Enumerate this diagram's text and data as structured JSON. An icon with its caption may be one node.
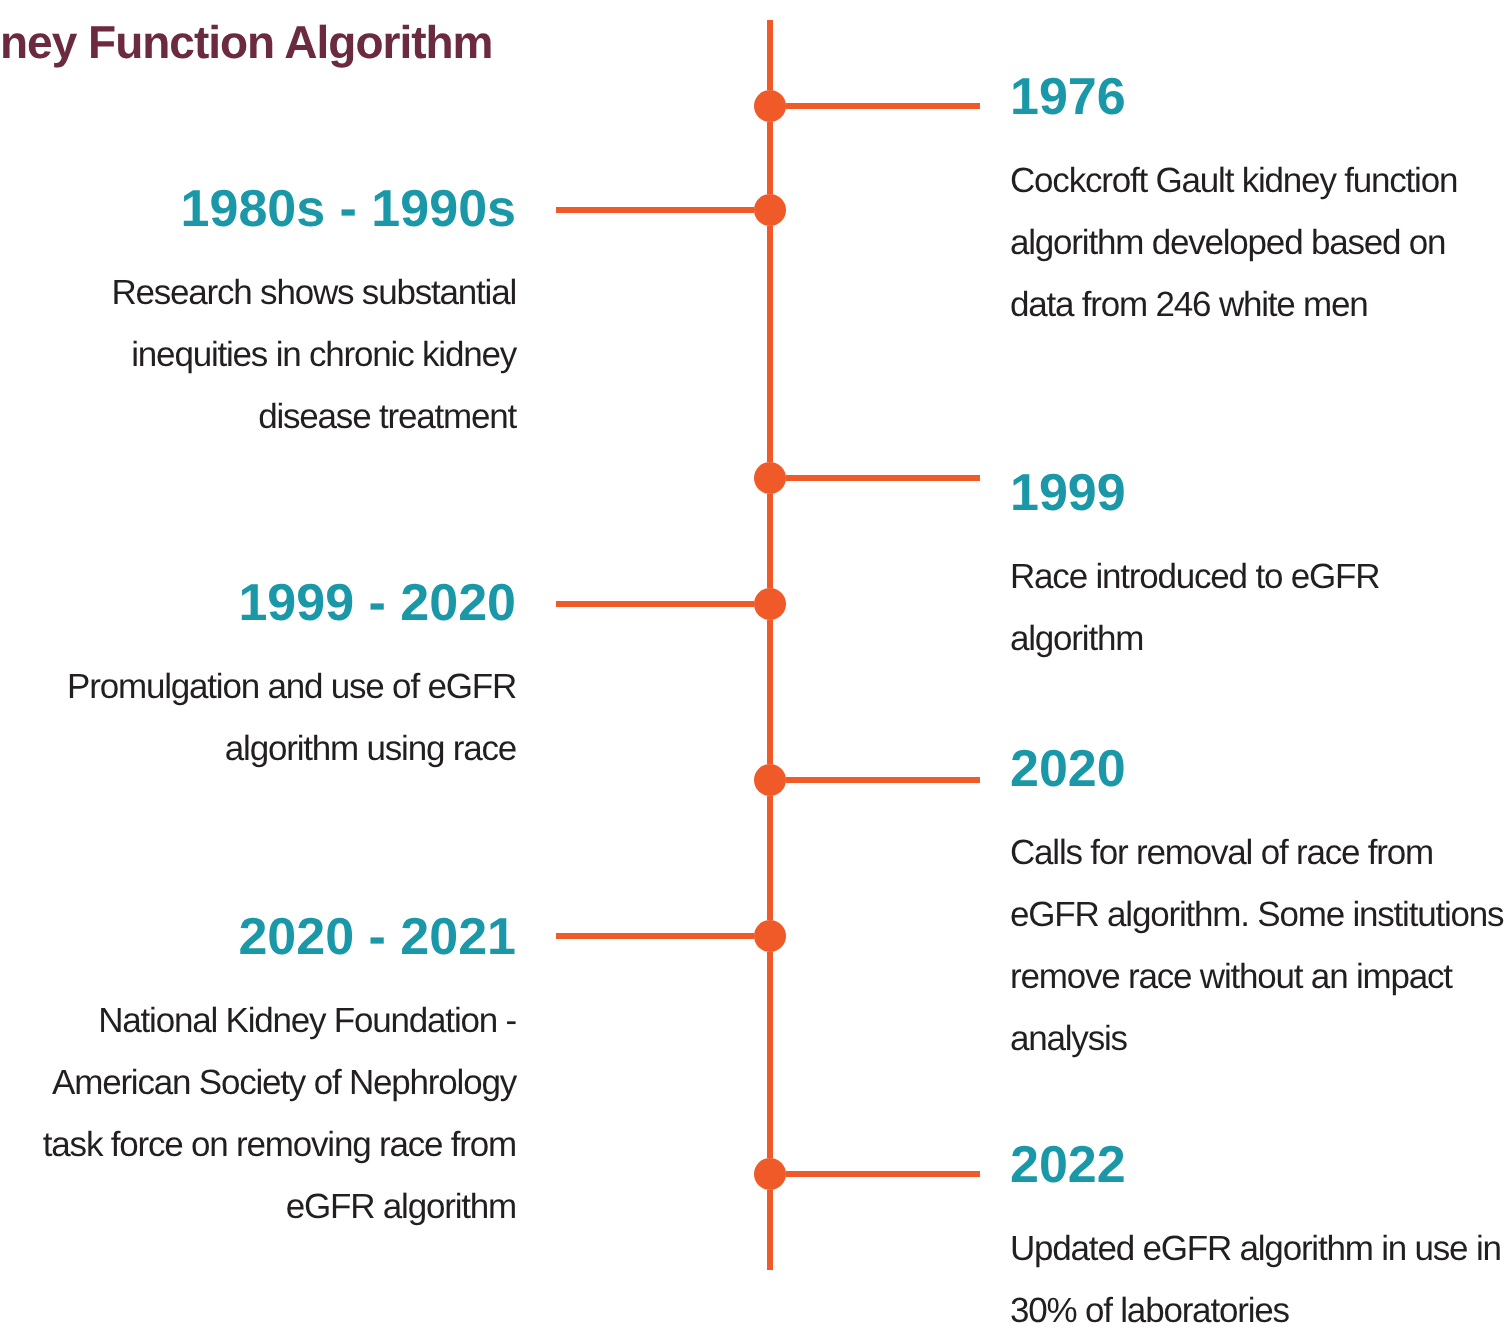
{
  "diagram": {
    "title": "ney Function Algorithm",
    "nodes": [
      {
        "text": [
          "1976",
          "Cockcroft Gault kidney function algorithm developed based on data from 246 white men"
        ]
      },
      {
        "text": [
          "1980s - 1990s",
          "Research shows substantial inequities in chronic kidney disease treatment"
        ]
      },
      {
        "text": [
          "1999",
          "Race introduced to eGFR algorithm"
        ]
      },
      {
        "text": [
          "1999 - 2020",
          "Promulgation and use of eGFR algorithm using race"
        ]
      },
      {
        "text": [
          "2020",
          "Calls for removal of race from eGFR algorithm. Some institutions remove race without an impact analysis"
        ]
      },
      {
        "text": [
          "2020 - 2021",
          "National Kidney Foundation -American Society of Nephrology task force on removing race from eGFR algorithm"
        ]
      },
      {
        "text": [
          "2022",
          "Updated eGFR algorithm in use in 30% of laboratories"
        ]
      },
      {
        "text": [],
        "shape": "circle"
      },
      {
        "text": [],
        "shape": "circle"
      },
      {
        "text": [],
        "shape": "circle"
      },
      {
        "text": [],
        "shape": "circle"
      },
      {
        "text": [],
        "shape": "circle"
      },
      {
        "text": [],
        "shape": "circle"
      },
      {
        "text": [],
        "shape": "circle"
      }
    ],
    "edges": [
      {
        "from": 7,
        "to": 0,
        "arrow": "none"
      },
      {
        "from": 8,
        "to": 1,
        "arrow": "none"
      },
      {
        "from": 9,
        "to": 2,
        "arrow": "none"
      },
      {
        "from": 10,
        "to": 3,
        "arrow": "none"
      },
      {
        "from": 11,
        "to": 4,
        "arrow": "none"
      },
      {
        "from": 12,
        "to": 5,
        "arrow": "none"
      },
      {
        "from": 13,
        "to": 6,
        "arrow": "none"
      },
      {
        "from": 7,
        "to": 8,
        "arrow": "none"
      },
      {
        "from": 8,
        "to": 9,
        "arrow": "none"
      },
      {
        "from": 9,
        "to": 10,
        "arrow": "none"
      },
      {
        "from": 10,
        "to": 11,
        "arrow": "none"
      },
      {
        "from": 11,
        "to": 12,
        "arrow": "none"
      },
      {
        "from": 12,
        "to": 13,
        "arrow": "none"
      }
    ]
  }
}
